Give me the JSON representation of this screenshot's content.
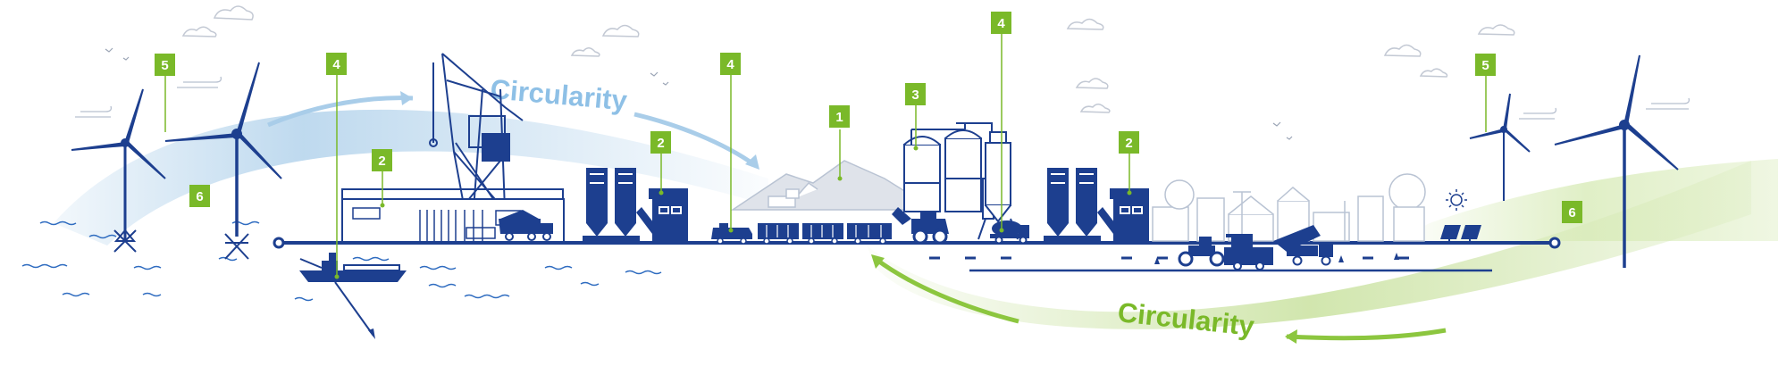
{
  "colors": {
    "navy": "#1d3f8f",
    "green": "#7ab929",
    "light_blue": "#a9cde9",
    "light_green": "#c6e09a",
    "outline_gray": "#b9c3d3"
  },
  "circularity": {
    "top_label": "Circularity",
    "bottom_label": "Circularity"
  },
  "badges": {
    "wind_turbines_left": "5",
    "wind_turbines_right": "5",
    "offshore_left": "6",
    "onshore_right": "6",
    "dredger": "4",
    "port_warehouse": "2",
    "plant_left": "2",
    "rail_transport": "4",
    "quarry": "1",
    "processing_plant": "3",
    "silo_mixer": "4",
    "plant_right": "2"
  },
  "icons": {
    "sun": "sun-icon",
    "clouds": "cloud-icon",
    "birds": "bird-icon",
    "wind": "wind-lines-icon"
  }
}
